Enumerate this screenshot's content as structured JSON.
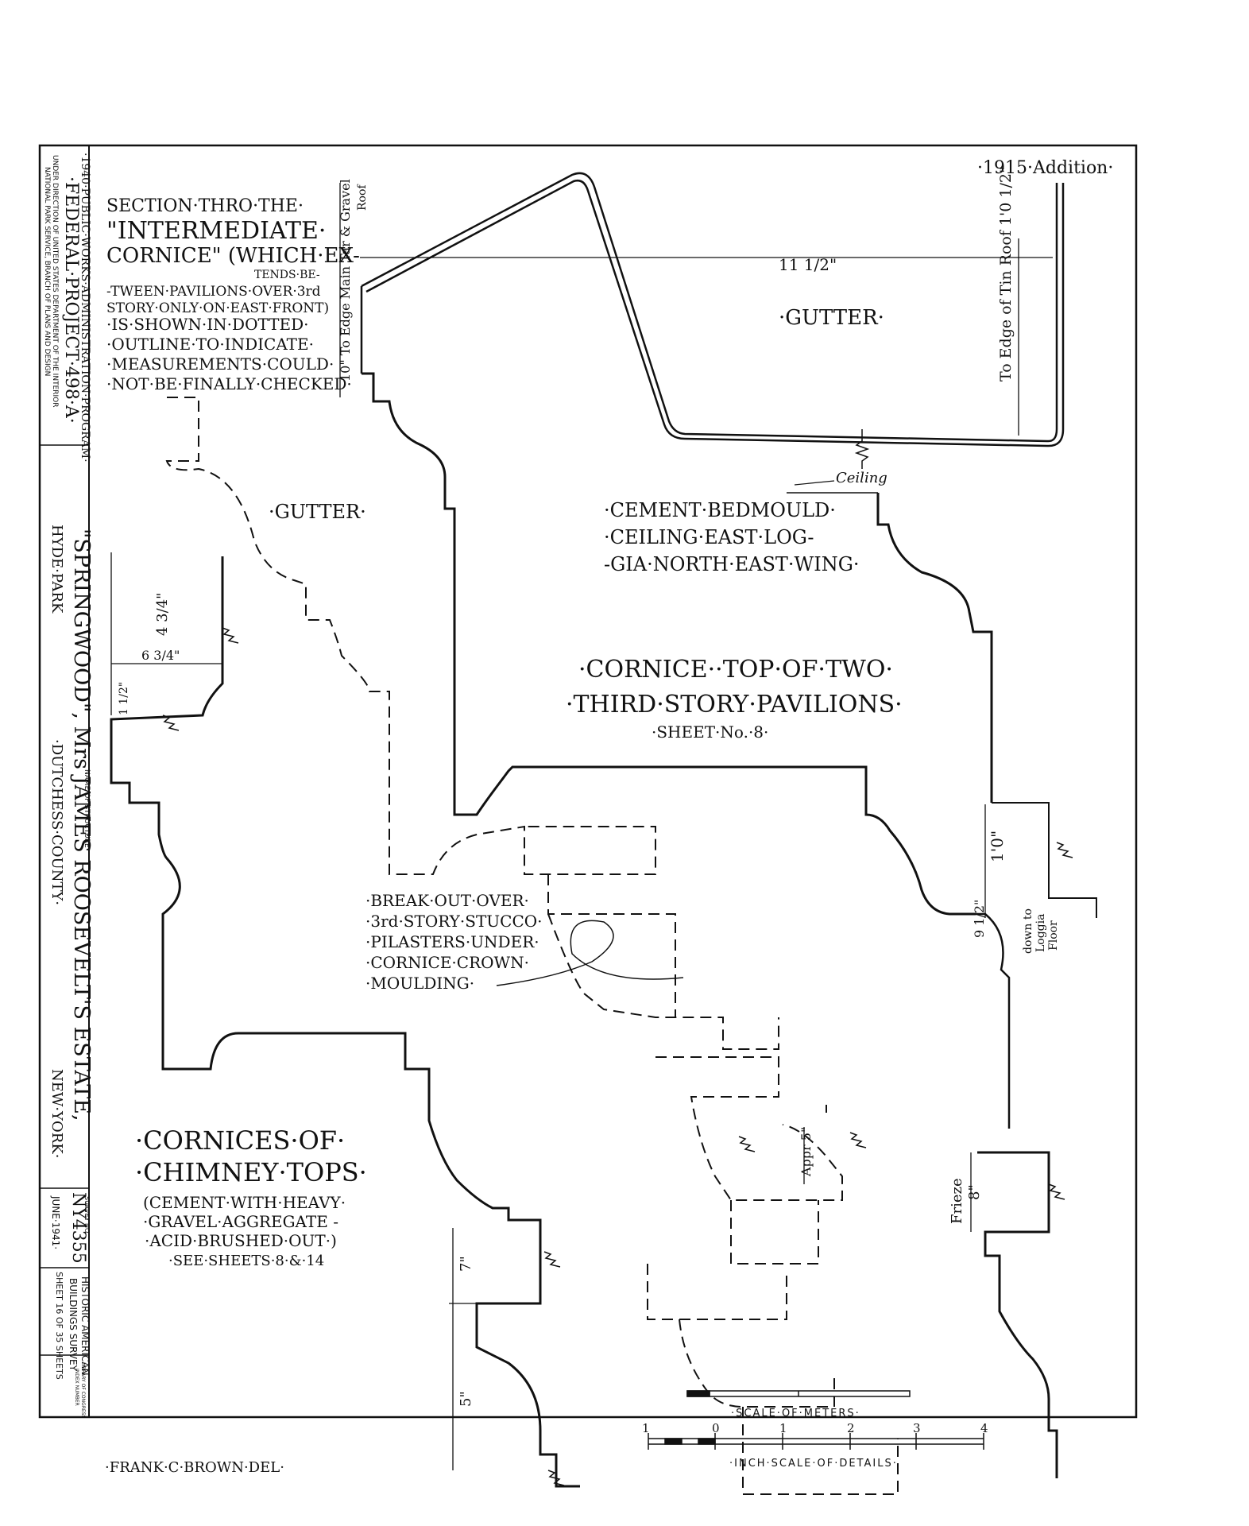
{
  "title_block": {
    "program_line": "·1940·PUBLIC·WORKS·ADMINISTRATION·PROGRAM·",
    "federal_project": "·FEDERAL·PROJECT·498·A·",
    "direction_line_1": "UNDER DIRECTION OF UNITED STATES DEPARTMENT OF THE INTERIOR",
    "direction_line_2": "NATIONAL PARK SERVICE, BRANCH OF PLANS AND DESIGN",
    "name_of_structure_label": "NAME OF STRUCTURE",
    "structure_name": "\"SPRINGWOOD\", Mrs JAMES ROOSEVELT'S ESTATE,",
    "location_town": "HYDE·PARK",
    "location_county": "·DUTCHESS·COUNTY·",
    "location_state": "NEW·YORK·",
    "survey_no_label": "SURVEY NO",
    "survey_no": "NY4355",
    "date": "JUNE·1941·",
    "survey_name_1": "HISTORIC AMERICAN",
    "survey_name_2": "BUILDINGS SURVEY",
    "sheet_info": "SHEET 16 OF 35 SHEETS",
    "library_stamp_1": "LIBRARY OF CONGRESS",
    "library_stamp_2": "INDEX NUMBER"
  },
  "notes": {
    "section_note": [
      "SECTION·THRO·THE·",
      "\"INTERMEDIATE·",
      "CORNICE\" (WHICH·EX-",
      "TENDS·BE-",
      "-TWEEN·PAVILIONS·OVER·3rd",
      "STORY·ONLY·ON·EAST·FRONT)",
      "·IS·SHOWN·IN·DOTTED·",
      "·OUTLINE·TO·INDICATE·",
      "·MEASUREMENTS·COULD·",
      "·NOT·BE·FINALLY·CHECKED·"
    ],
    "addition": "·1915·Addition·",
    "gutter_upper": "·GUTTER·",
    "gutter_left": "·GUTTER·",
    "ceiling": "Ceiling",
    "bedmould": [
      "·CEMENT·BEDMOULD·",
      "·CEILING·EAST·LOG-",
      "-GIA·NORTH·EAST·WING·"
    ],
    "cornice_top": [
      "·CORNICE··TOP·OF·TWO·",
      "·THIRD·STORY·PAVILIONS·",
      "·SHEET·No.·8·"
    ],
    "break_out": [
      "·BREAK·OUT·OVER·",
      "·3rd·STORY·STUCCO·",
      "·PILASTERS·UNDER·",
      "·CORNICE·CROWN·",
      "·MOULDING·"
    ],
    "chimney": [
      "·CORNICES·OF·",
      "·CHIMNEY·TOPS·",
      "(CEMENT·WITH·HEAVY·",
      "·GRAVEL·AGGREGATE -",
      "·ACID·BRUSHED·OUT·)",
      "·SEE·SHEETS·8·&·14"
    ],
    "delineator": "·FRANK·C·BROWN·DEL·"
  },
  "dimensions": {
    "roof_width": "11 1/2\"",
    "tin_roof": "To Edge of Tin Roof 1'0 1/2\"",
    "tar_gravel_1": "10\" To Edge Main Tar & Gravel",
    "tar_gravel_2": "Roof",
    "d_4_3_4": "4 3/4\"",
    "d_6_3_4": "6 3/4\"",
    "d_1_1_2": "1 1/2\"",
    "d_1_0": "1'0\"",
    "d_9_1_2": "9 1/2\"",
    "loggia": [
      "down to",
      "Loggia",
      "Floor"
    ],
    "appr_5": "Appr 5\"",
    "frieze_label": "Frieze",
    "frieze_dim": "8\"",
    "d_7": "7\"",
    "d_5": "5\""
  },
  "scales": {
    "meters_label": "·SCALE·OF·METERS·",
    "inch_label": "·INCH·SCALE·OF·DETAILS·",
    "inch_ticks": [
      "1",
      "0",
      "1",
      "2",
      "3",
      "4"
    ]
  }
}
